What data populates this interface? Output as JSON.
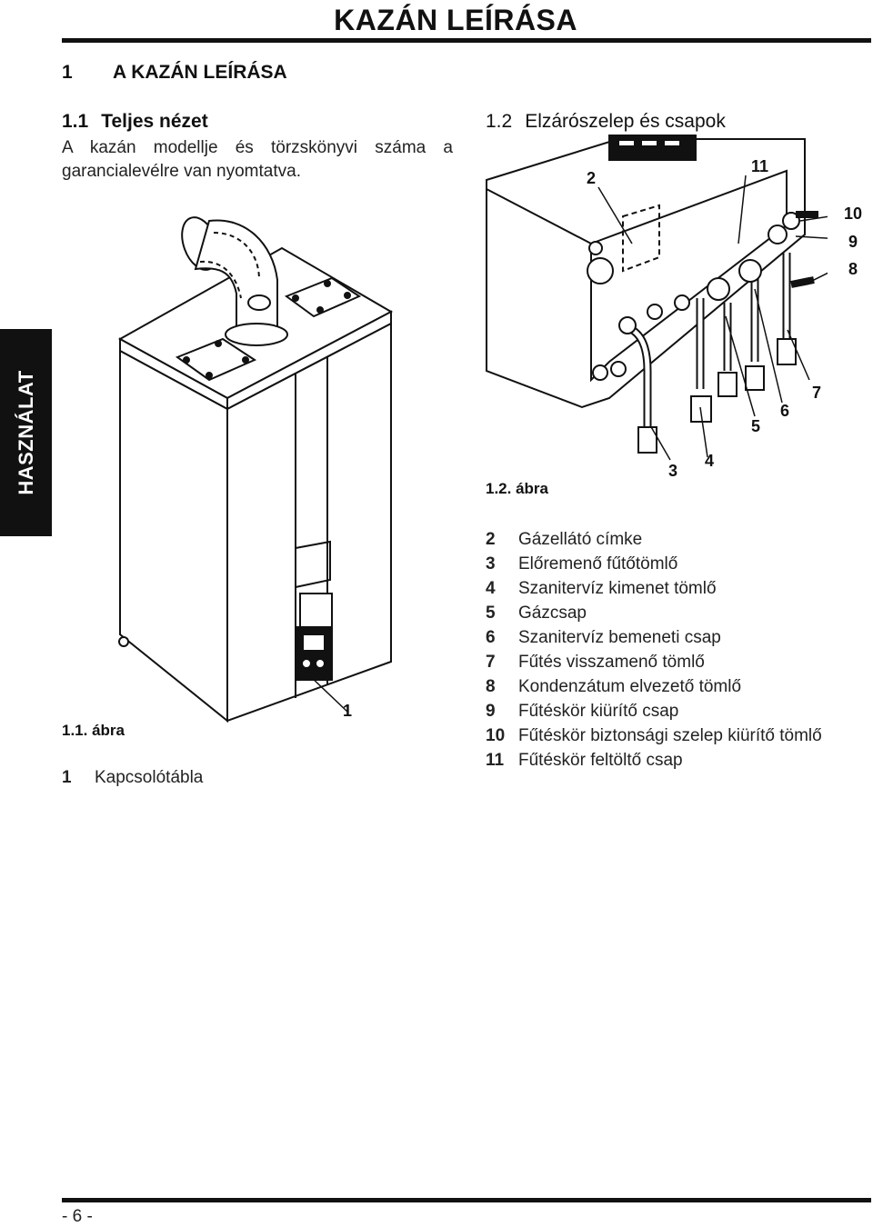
{
  "header": {
    "title": "KAZÁN LEÍRÁSA"
  },
  "side_tab": {
    "label": "HASZNÁLAT"
  },
  "section": {
    "num": "1",
    "title": "A KAZÁN LEÍRÁSA"
  },
  "subsection_1": {
    "num": "1.1",
    "title": "Teljes nézet",
    "text": "A kazán modellje és törzskönyvi száma a garancialevélre van nyomtatva."
  },
  "subsection_2": {
    "num": "1.2",
    "title": "Elzárószelep és csapok"
  },
  "figure_1": {
    "caption": "1.1. ábra",
    "callouts": [
      "1"
    ],
    "legend": [
      {
        "num": "1",
        "label": "Kapcsolótábla"
      }
    ]
  },
  "figure_2": {
    "caption": "1.2. ábra",
    "callouts": [
      "2",
      "11",
      "10",
      "9",
      "8",
      "3",
      "4",
      "5",
      "6",
      "7"
    ],
    "legend": [
      {
        "num": "2",
        "label": "Gázellátó címke"
      },
      {
        "num": "3",
        "label": "Előremenő fűtőtömlő"
      },
      {
        "num": "4",
        "label": "Szanitervíz kimenet tömlő"
      },
      {
        "num": "5",
        "label": "Gázcsap"
      },
      {
        "num": "6",
        "label": "Szanitervíz bemeneti csap"
      },
      {
        "num": "7",
        "label": "Fűtés visszamenő tömlő"
      },
      {
        "num": "8",
        "label": "Kondenzátum elvezető tömlő"
      },
      {
        "num": "9",
        "label": "Fűtéskör kiürítő csap"
      },
      {
        "num": "10",
        "label": "Fűtéskör biztonsági szelep kiürítő tömlő"
      },
      {
        "num": "11",
        "label": "Fűtéskör feltöltő csap"
      }
    ]
  },
  "footer": {
    "page": "- 6 -"
  }
}
